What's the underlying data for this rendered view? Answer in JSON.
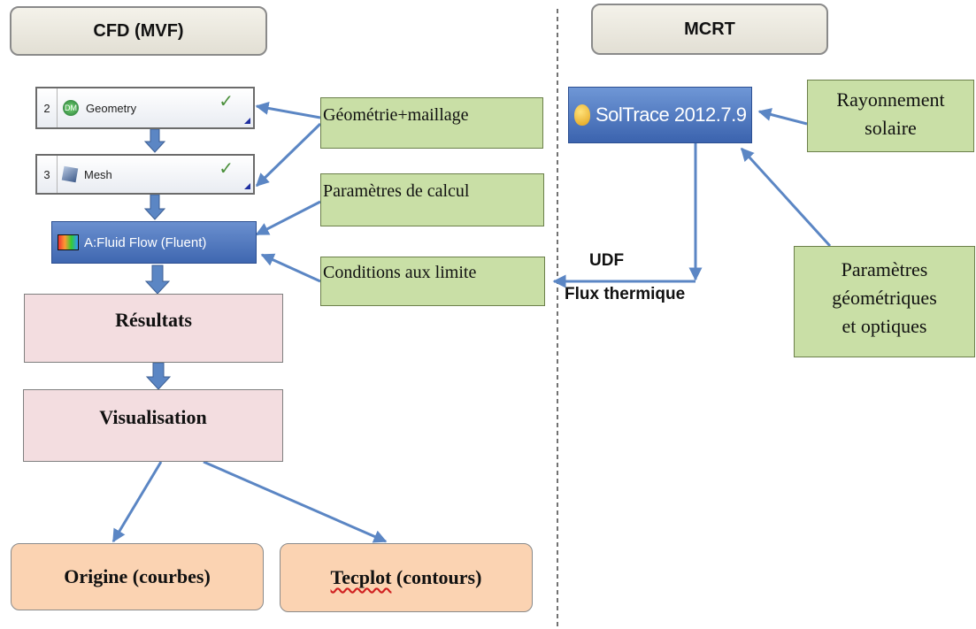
{
  "headers": {
    "left": "CFD (MVF)",
    "right": "MCRT"
  },
  "workbench": {
    "geometry": {
      "num": "2",
      "label": "Geometry",
      "check": "✓"
    },
    "mesh": {
      "num": "3",
      "label": "Mesh",
      "check": "✓"
    },
    "fluent": "A:Fluid Flow (Fluent)"
  },
  "soltrace": "SolTrace 2012.7.9",
  "notes": {
    "geom_mesh": "Géométrie+maillage",
    "calc_params": "Paramètres de calcul",
    "boundary": "Conditions aux limite",
    "solar_line1": "Rayonnement",
    "solar_line2": "solaire",
    "geo_opt_line1": "Paramètres",
    "geo_opt_line2": "géométriques",
    "geo_opt_line3": "et optiques"
  },
  "boxes": {
    "results": "Résultats",
    "visualisation": "Visualisation",
    "origin": "Origine (courbes)",
    "tecplot_name": "Tecplot",
    "tecplot_rest": " (contours)"
  },
  "labels": {
    "udf": "UDF",
    "flux": "Flux thermique"
  },
  "colors": {
    "arrow": "#5b86c4",
    "green": "#c9dfa6",
    "pink": "#f3dde0",
    "orange": "#fbd3b2"
  }
}
